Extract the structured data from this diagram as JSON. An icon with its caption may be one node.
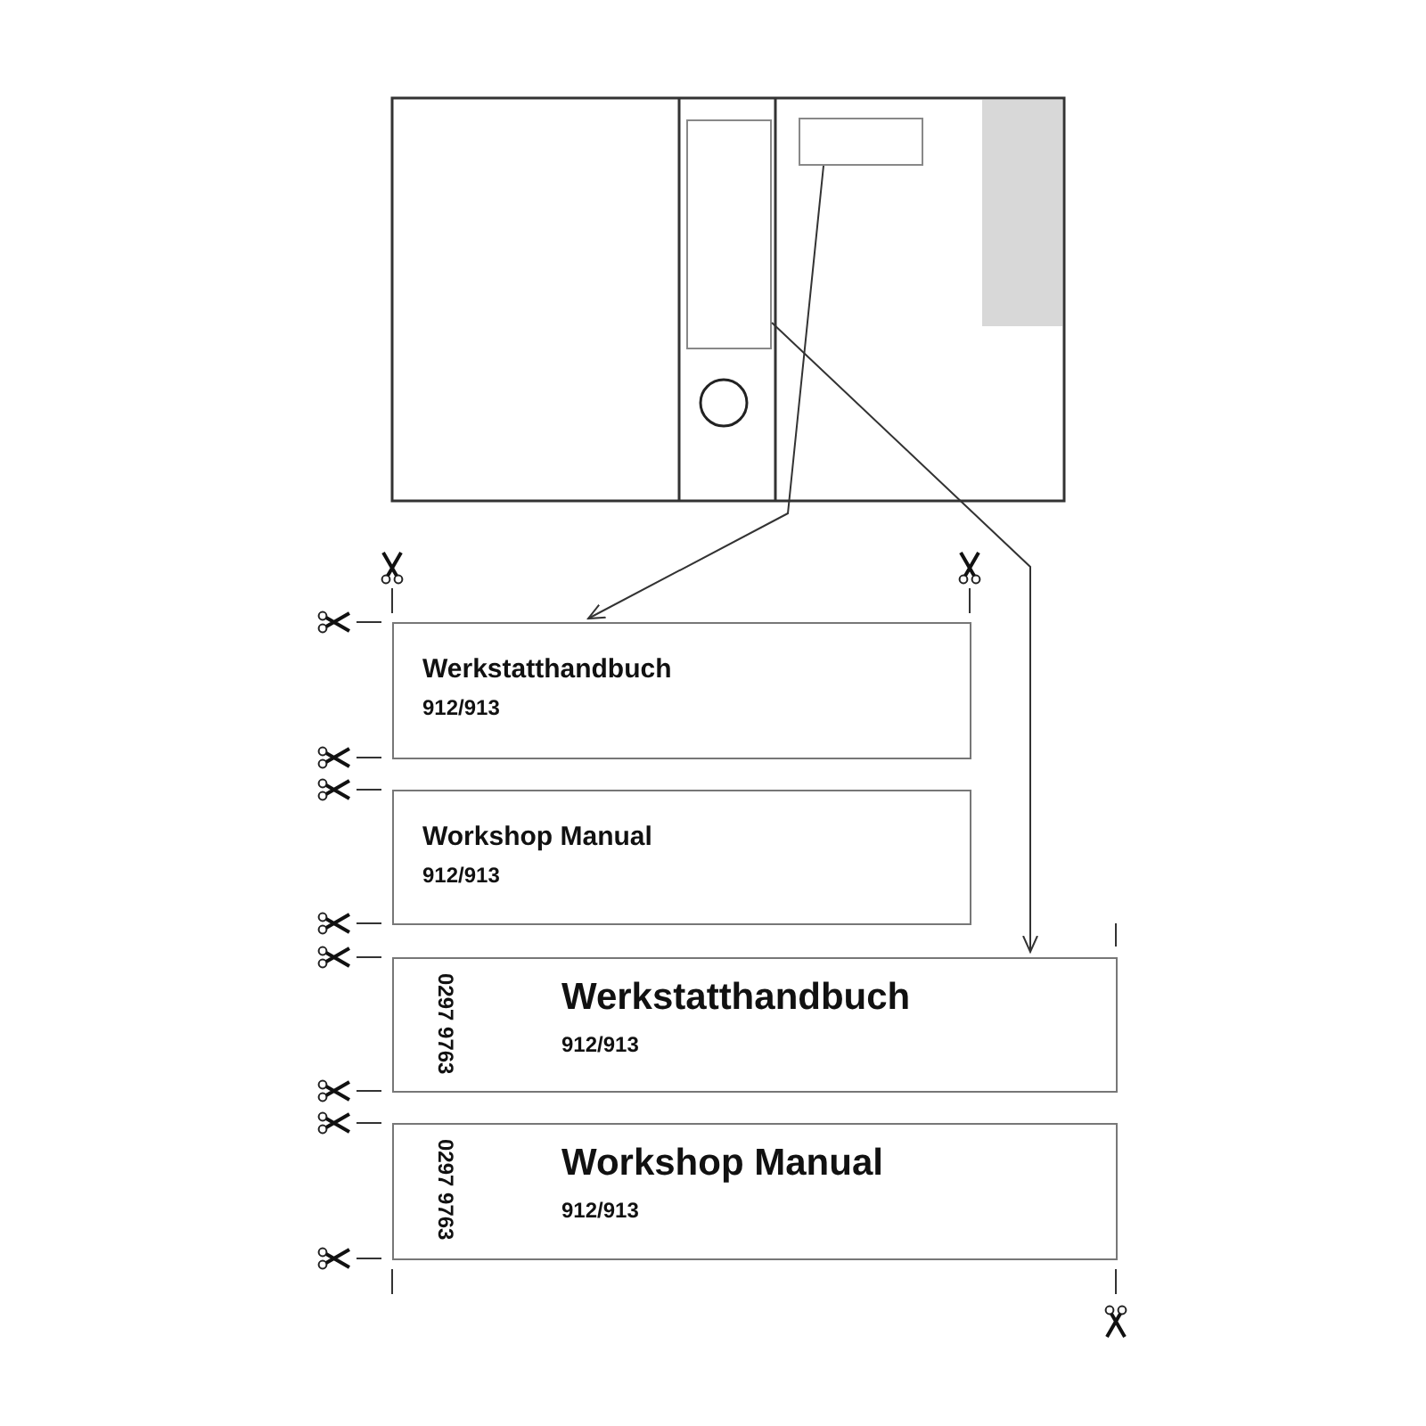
{
  "diagram": {
    "nodes": [
      {
        "text": [],
        "shape": "box"
      },
      {
        "text": [],
        "shape": "box"
      },
      {
        "text": [
          "Werkstatthandbuch",
          "912/913"
        ]
      },
      {
        "text": [
          "Workshop Manual",
          "912/913"
        ]
      },
      {
        "text": [
          "0297 9763",
          "Werkstatthandbuch",
          "912/913"
        ]
      },
      {
        "text": [
          "0297 9763",
          "Workshop Manual",
          "912/913"
        ]
      }
    ],
    "edges": [
      {
        "from": 1,
        "to": 2,
        "arrow": "to"
      },
      {
        "from": 0,
        "to": 4,
        "arrow": "to"
      }
    ]
  }
}
